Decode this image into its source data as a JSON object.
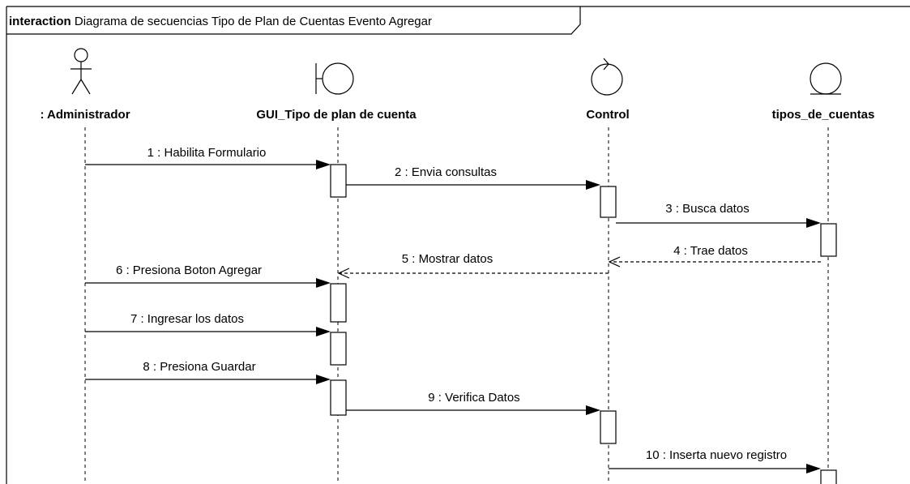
{
  "frame": {
    "keyword": "interaction",
    "title": "Diagrama de secuencias Tipo de Plan de Cuentas Evento Agregar"
  },
  "participants": [
    {
      "id": "admin",
      "label": ": Administrador",
      "kind": "actor"
    },
    {
      "id": "gui",
      "label": "GUI_Tipo de plan de cuenta",
      "kind": "boundary"
    },
    {
      "id": "control",
      "label": "Control",
      "kind": "control"
    },
    {
      "id": "tipos",
      "label": "tipos_de_cuentas",
      "kind": "entity"
    }
  ],
  "messages": [
    {
      "number": 1,
      "label": "1 : Habilita Formulario",
      "from": "admin",
      "to": "gui",
      "kind": "sync"
    },
    {
      "number": 2,
      "label": "2 : Envia consultas",
      "from": "gui",
      "to": "control",
      "kind": "sync"
    },
    {
      "number": 3,
      "label": "3 : Busca datos",
      "from": "control",
      "to": "tipos",
      "kind": "sync"
    },
    {
      "number": 4,
      "label": "4 : Trae datos",
      "from": "tipos",
      "to": "control",
      "kind": "return"
    },
    {
      "number": 5,
      "label": "5 : Mostrar datos",
      "from": "control",
      "to": "gui",
      "kind": "return"
    },
    {
      "number": 6,
      "label": "6 : Presiona Boton Agregar",
      "from": "admin",
      "to": "gui",
      "kind": "sync"
    },
    {
      "number": 7,
      "label": "7 : Ingresar los datos",
      "from": "admin",
      "to": "gui",
      "kind": "sync"
    },
    {
      "number": 8,
      "label": "8 : Presiona Guardar",
      "from": "admin",
      "to": "gui",
      "kind": "sync"
    },
    {
      "number": 9,
      "label": "9 : Verifica Datos",
      "from": "gui",
      "to": "control",
      "kind": "sync"
    },
    {
      "number": 10,
      "label": "10 : Inserta nuevo registro",
      "from": "control",
      "to": "tipos",
      "kind": "sync"
    }
  ]
}
